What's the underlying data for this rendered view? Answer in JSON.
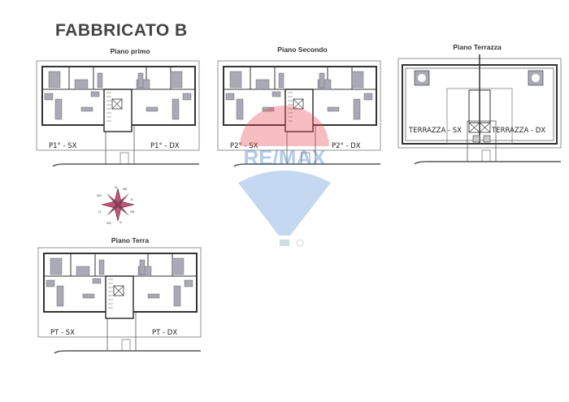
{
  "title": "FABBRICATO B",
  "plans": [
    {
      "label": "Piano primo",
      "units": [
        "P1° - SX",
        "P1° - DX"
      ]
    },
    {
      "label": "Piano Secondo",
      "units": [
        "P2° - SX",
        "P2° - DX"
      ]
    },
    {
      "label": "Piano Terrazza",
      "units": [
        "TERRAZZA - SX",
        "TERRAZZA - DX"
      ]
    },
    {
      "label": "Piano Terra",
      "units": [
        "PT - SX",
        "PT - DX"
      ]
    }
  ],
  "compass": [
    "N",
    "NE",
    "E",
    "SE",
    "S",
    "SO",
    "O",
    "NO"
  ],
  "watermark": {
    "text": "RE/MAX",
    "colors": {
      "red": "#e8444f",
      "blue": "#2f6fc0"
    }
  },
  "colors": {
    "wall": "#333333",
    "furniture": "#a9aab5",
    "compass": "#c0567a"
  }
}
